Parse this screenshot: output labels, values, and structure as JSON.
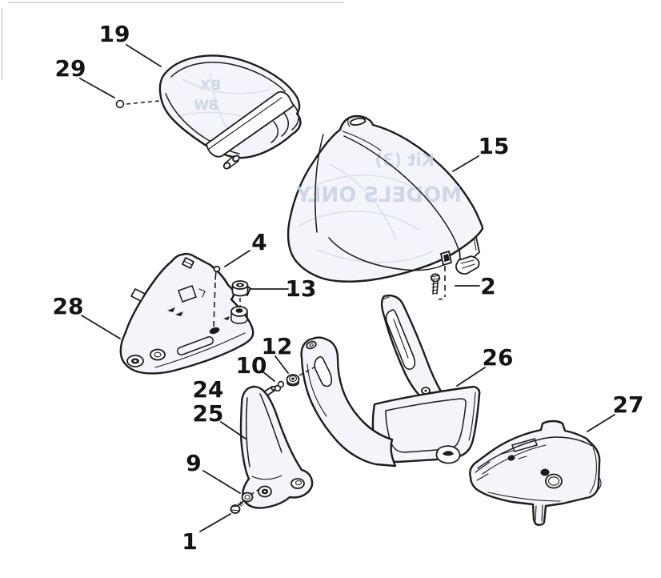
{
  "diagram": {
    "colors": {
      "background": "#ffffff",
      "line": "#1c1c1c",
      "part_fill": "#f4f5fa",
      "watermark": "#c9d2e3"
    },
    "callouts": {
      "c19": "19",
      "c29": "29",
      "c15": "15",
      "c4": "4",
      "c13": "13",
      "c2": "2",
      "c28": "28",
      "c26": "26",
      "c12": "12",
      "c10": "10",
      "c24": "24",
      "c25": "25",
      "c27": "27",
      "c9": "9",
      "c1": "1"
    },
    "watermarks": {
      "w_bx": "BX",
      "w_bw": "BW",
      "w_kit": "Kit (3)",
      "w_models": "MODELS ONLY"
    }
  }
}
